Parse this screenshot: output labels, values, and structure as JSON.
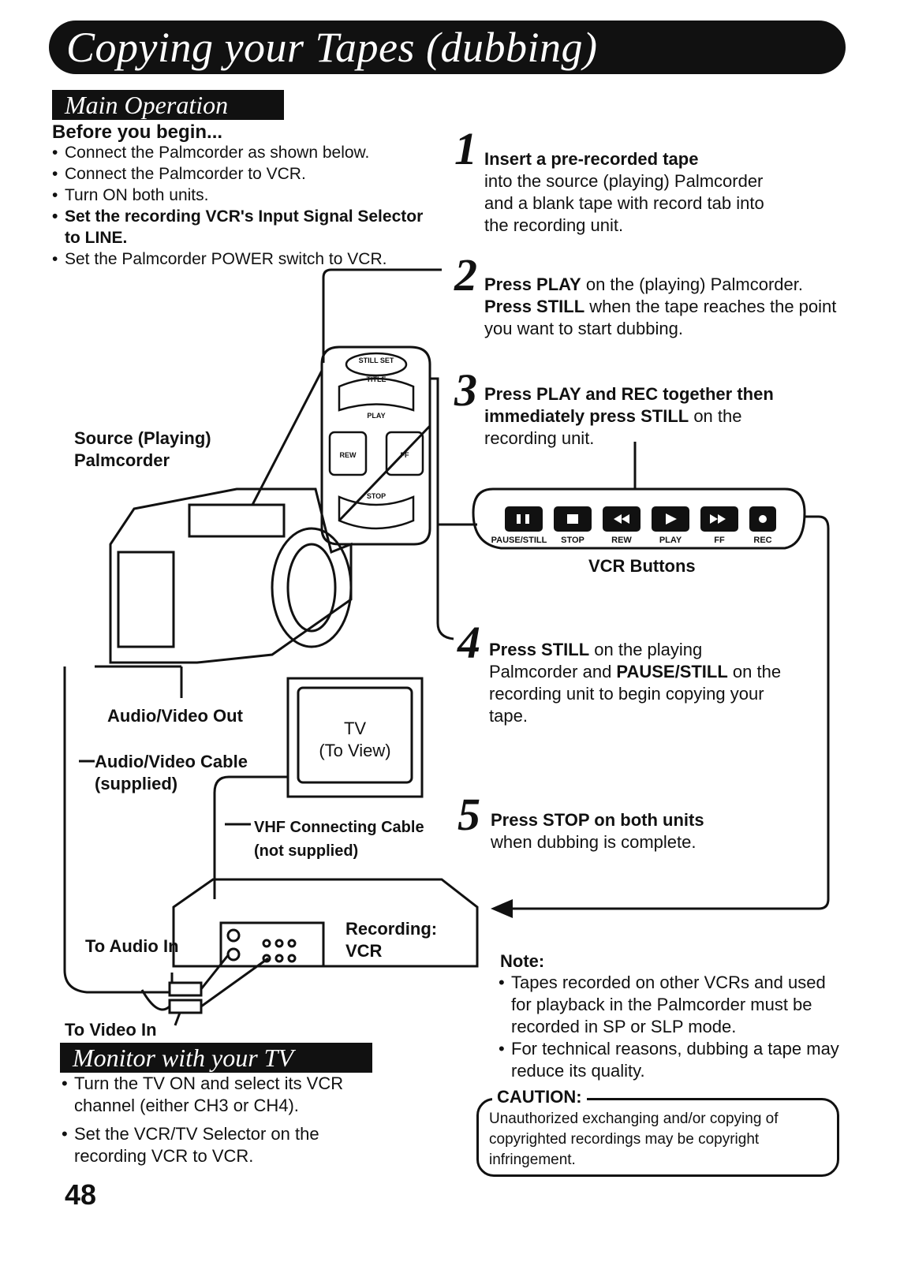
{
  "title": "Copying your Tapes (dubbing)",
  "main_operation": {
    "heading": "Main Operation",
    "before_heading": "Before you begin...",
    "before_items": [
      "Connect the Palmcorder as shown below.",
      "Connect the Palmcorder to VCR.",
      "Turn ON both units.",
      "Set the recording VCR's Input Signal Selector to LINE.",
      "Set the Palmcorder POWER switch to VCR."
    ]
  },
  "steps": [
    {
      "number": "1",
      "bold": "Insert a pre-recorded tape",
      "text": "into the source (playing) Palmcorder and a blank tape with record tab into the recording unit."
    },
    {
      "number": "2",
      "bold1": "Press PLAY",
      "text1": " on the (playing) Palmcorder. ",
      "bold2": "Press STILL",
      "text2": " when the tape reaches the point you want to start dubbing."
    },
    {
      "number": "3",
      "bold": "Press PLAY and REC together then immediately press STILL",
      "text": " on the recording unit."
    },
    {
      "number": "4",
      "bold1": "Press STILL",
      "text1": " on the playing Palmcorder and ",
      "bold2": "PAUSE/STILL",
      "text2": " on the recording unit to begin copying your tape."
    },
    {
      "number": "5",
      "bold": "Press STOP on both units",
      "text": " when dubbing is complete."
    }
  ],
  "diagram": {
    "source_label": "Source (Playing) Palmcorder",
    "av_out_label": "Audio/Video Out",
    "av_cable_label": "Audio/Video Cable (supplied)",
    "vhf_cable_label": "VHF Connecting Cable (not supplied)",
    "tv_label_1": "TV",
    "tv_label_2": "(To View)",
    "to_audio_in": "To Audio In",
    "to_video_in": "To Video In",
    "recording_vcr": "Recording: VCR",
    "vcr_buttons_caption": "VCR Buttons",
    "vcr_button_labels": [
      "PAUSE/STILL",
      "STOP",
      "REW",
      "PLAY",
      "FF",
      "REC"
    ],
    "remote_labels": [
      "STILL SET",
      "TITLE",
      "PLAY",
      "REW",
      "FF",
      "STOP"
    ]
  },
  "note": {
    "heading": "Note:",
    "items": [
      "Tapes recorded on other VCRs and used for playback in the Palmcorder must be recorded in SP or SLP mode.",
      "For technical reasons, dubbing a tape may reduce its quality."
    ]
  },
  "caution": {
    "heading": "CAUTION:",
    "text": "Unauthorized exchanging and/or copying of copyrighted recordings may be copyright infringement."
  },
  "monitor": {
    "heading": "Monitor with your TV",
    "items": [
      "Turn the TV ON and select its VCR channel (either CH3 or CH4).",
      "Set the VCR/TV Selector on the recording VCR to VCR."
    ]
  },
  "page_number": "48"
}
